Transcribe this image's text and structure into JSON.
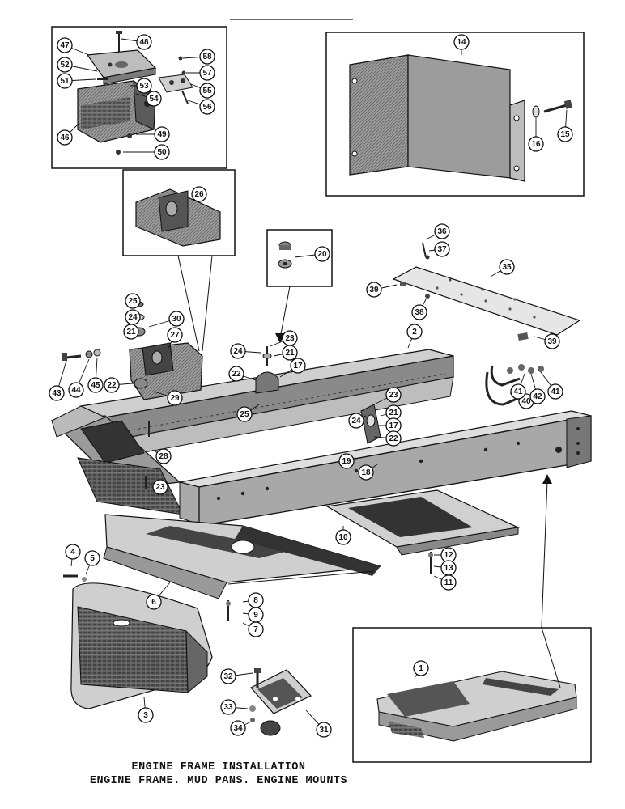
{
  "caption": {
    "line1": "ENGINE FRAME INSTALLATION",
    "line2": "ENGINE FRAME. MUD PANS. ENGINE MOUNTS"
  },
  "callouts": [
    "1",
    "2",
    "3",
    "4",
    "5",
    "6",
    "7",
    "8",
    "9",
    "10",
    "11",
    "12",
    "13",
    "14",
    "15",
    "16",
    "17",
    "18",
    "19",
    "20",
    "21",
    "22",
    "23",
    "24",
    "25",
    "26",
    "27",
    "28",
    "29",
    "30",
    "31",
    "32",
    "33",
    "34",
    "35",
    "36",
    "37",
    "38",
    "39",
    "40",
    "41",
    "42",
    "43",
    "44",
    "45",
    "46",
    "47",
    "48",
    "49",
    "50",
    "51",
    "52",
    "53",
    "54",
    "55",
    "56",
    "57",
    "58"
  ],
  "colors": {
    "ink": "#111111",
    "metal_dark": "#555555",
    "metal_mid": "#8a8a8a",
    "metal_light": "#c8c8c8"
  }
}
